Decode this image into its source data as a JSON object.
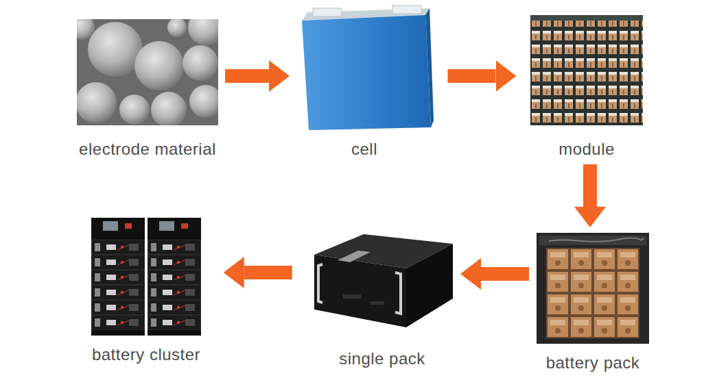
{
  "diagram": {
    "nodes": [
      {
        "text": [
          "electrode material"
        ]
      },
      {
        "text": [
          "cell"
        ]
      },
      {
        "text": [
          "module"
        ]
      },
      {
        "text": [
          "battery pack"
        ]
      },
      {
        "text": [
          "single pack"
        ]
      },
      {
        "text": [
          "battery cluster"
        ]
      }
    ],
    "edges": [
      {
        "from": 0,
        "to": 1,
        "arrow": "to"
      },
      {
        "from": 1,
        "to": 2,
        "arrow": "to"
      },
      {
        "from": 2,
        "to": 3,
        "arrow": "to"
      },
      {
        "from": 3,
        "to": 4,
        "arrow": "to"
      },
      {
        "from": 4,
        "to": 5,
        "arrow": "to"
      }
    ]
  }
}
